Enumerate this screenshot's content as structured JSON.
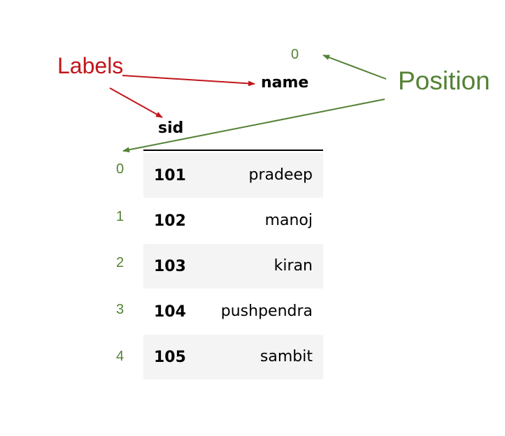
{
  "colors": {
    "labels": "#c0161c",
    "position": "#548235",
    "stripe": "#f4f4f4",
    "text": "#000000"
  },
  "annotations": {
    "labels": "Labels",
    "position": "Position",
    "column_position": "0"
  },
  "table": {
    "column_header": "name",
    "index_header": "sid",
    "rows": [
      {
        "position": "0",
        "sid": "101",
        "name": "pradeep"
      },
      {
        "position": "1",
        "sid": "102",
        "name": "manoj"
      },
      {
        "position": "2",
        "sid": "103",
        "name": "kiran"
      },
      {
        "position": "3",
        "sid": "104",
        "name": "pushpendra"
      },
      {
        "position": "4",
        "sid": "105",
        "name": "sambit"
      }
    ]
  }
}
